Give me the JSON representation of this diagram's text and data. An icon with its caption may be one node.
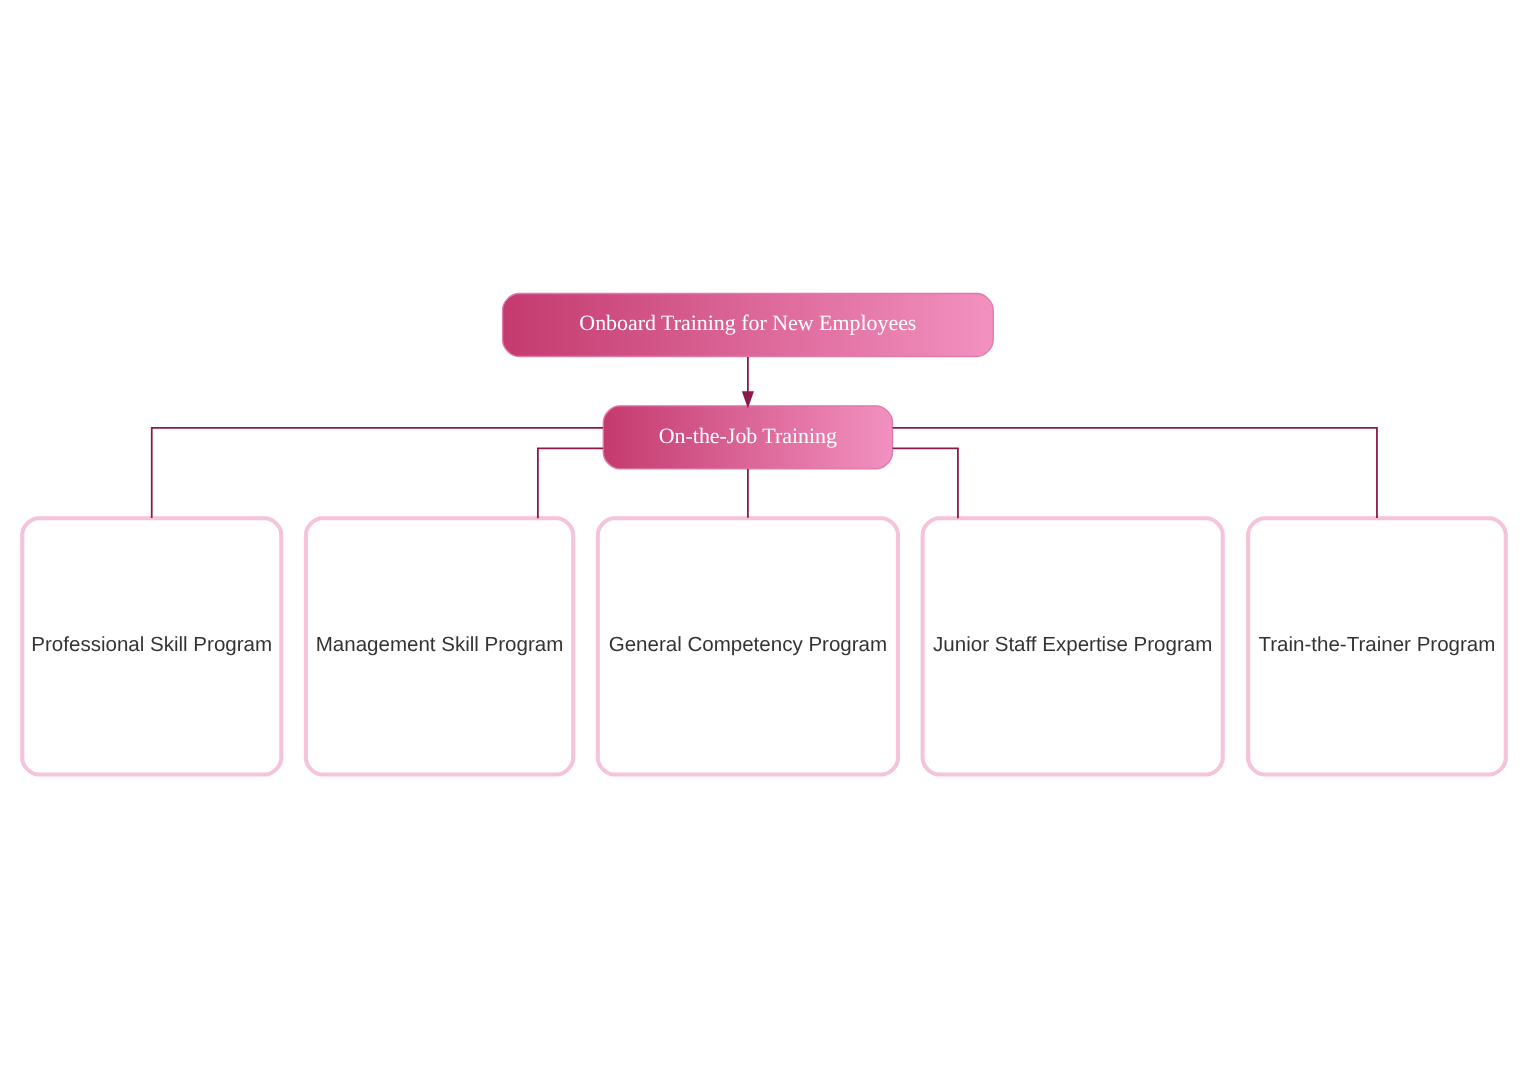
{
  "diagram": {
    "nodes": [
      {
        "text": [
          "Onboard Training for New Employees"
        ]
      },
      {
        "text": [
          "On-the-Job Training"
        ]
      },
      {
        "text": [
          "Professional Skill Program"
        ]
      },
      {
        "text": [
          "Management Skill Program"
        ]
      },
      {
        "text": [
          "General Competency Program"
        ]
      },
      {
        "text": [
          "Junior Staff Expertise Program"
        ]
      },
      {
        "text": [
          "Train-the-Trainer Program"
        ]
      }
    ],
    "edges": [
      {
        "from": 0,
        "to": 1,
        "arrow": "to"
      },
      {
        "from": 1,
        "to": 2,
        "arrow": "none"
      },
      {
        "from": 1,
        "to": 3,
        "arrow": "none"
      },
      {
        "from": 1,
        "to": 4,
        "arrow": "none"
      },
      {
        "from": 1,
        "to": 5,
        "arrow": "none"
      },
      {
        "from": 1,
        "to": 6,
        "arrow": "none"
      }
    ]
  }
}
